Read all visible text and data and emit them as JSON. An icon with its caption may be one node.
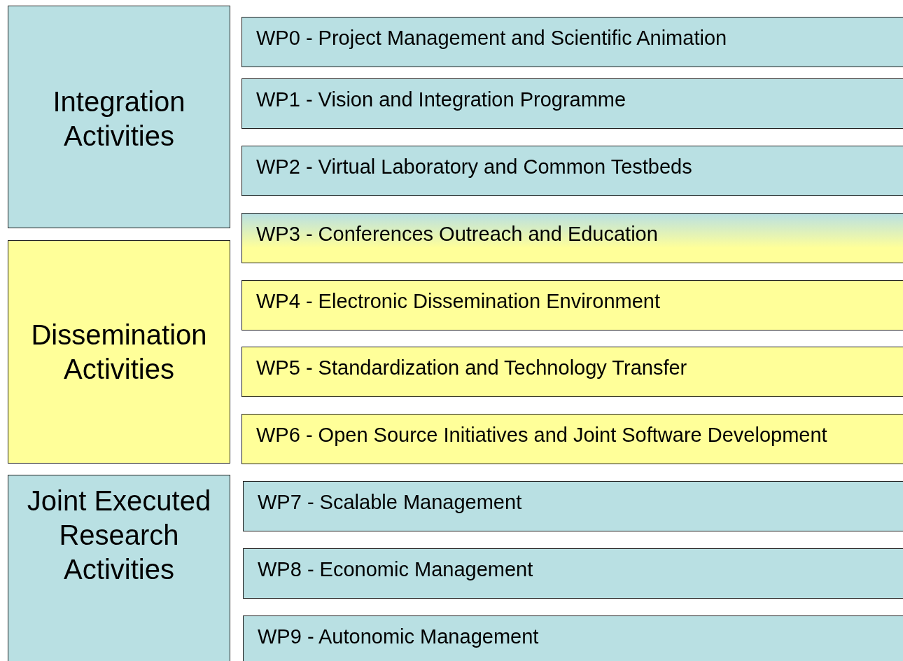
{
  "diagram": {
    "nodes": [
      {
        "text": [
          "Integration Activities"
        ]
      },
      {
        "text": [
          "Dissemination Activities"
        ]
      },
      {
        "text": [
          "Joint Executed Research Activities"
        ]
      },
      {
        "text": [
          "WP0 - Project Management and Scientific Animation"
        ]
      },
      {
        "text": [
          "WP1 - Vision and Integration Programme"
        ]
      },
      {
        "text": [
          "WP2 - Virtual Laboratory and Common Testbeds"
        ]
      },
      {
        "text": [
          "WP3 - Conferences Outreach and Education"
        ]
      },
      {
        "text": [
          "WP4 - Electronic Dissemination Environment"
        ]
      },
      {
        "text": [
          "WP5 - Standardization and Technology Transfer"
        ]
      },
      {
        "text": [
          "WP6 - Open Source Initiatives and Joint Software Development"
        ]
      },
      {
        "text": [
          "WP7 - Scalable Management"
        ]
      },
      {
        "text": [
          "WP8 - Economic Management"
        ]
      },
      {
        "text": [
          "WP9 - Autonomic Management"
        ]
      }
    ]
  }
}
